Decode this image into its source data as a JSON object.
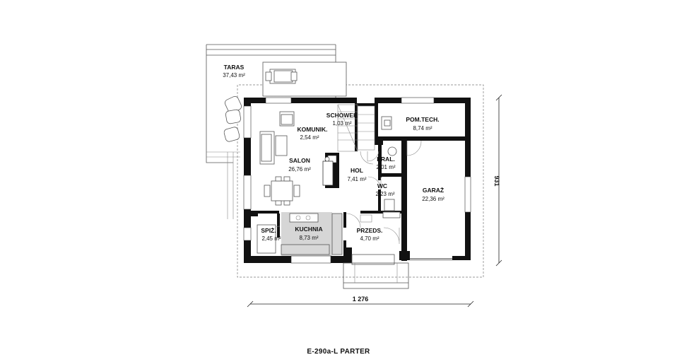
{
  "plan": {
    "caption": "E-290a-L PARTER",
    "dimensions": {
      "width": "1 276",
      "depth": "931"
    },
    "rooms": [
      {
        "id": "taras",
        "name": "TARAS",
        "area": "37,43 m²"
      },
      {
        "id": "komunik",
        "name": "KOMUNIK.",
        "area": "2,54 m²"
      },
      {
        "id": "schowek",
        "name": "SCHOWEK",
        "area": "1,03 m²"
      },
      {
        "id": "pomtech",
        "name": "POM.TECH.",
        "area": "8,74 m²"
      },
      {
        "id": "salon",
        "name": "SALON",
        "area": "26,76 m²"
      },
      {
        "id": "hol",
        "name": "HOL",
        "area": "7,41 m²"
      },
      {
        "id": "pral",
        "name": "PRAL.",
        "area": "2,01 m²"
      },
      {
        "id": "wc",
        "name": "WC",
        "area": "2,23 m²"
      },
      {
        "id": "garaz",
        "name": "GARAŻ",
        "area": "22,36 m²"
      },
      {
        "id": "spiz",
        "name": "SPIŻ.",
        "area": "2,45 m²"
      },
      {
        "id": "kuchnia",
        "name": "KUCHNIA",
        "area": "8,73 m²"
      },
      {
        "id": "przeds",
        "name": "PRZEDS.",
        "area": "4,70 m²"
      }
    ]
  }
}
